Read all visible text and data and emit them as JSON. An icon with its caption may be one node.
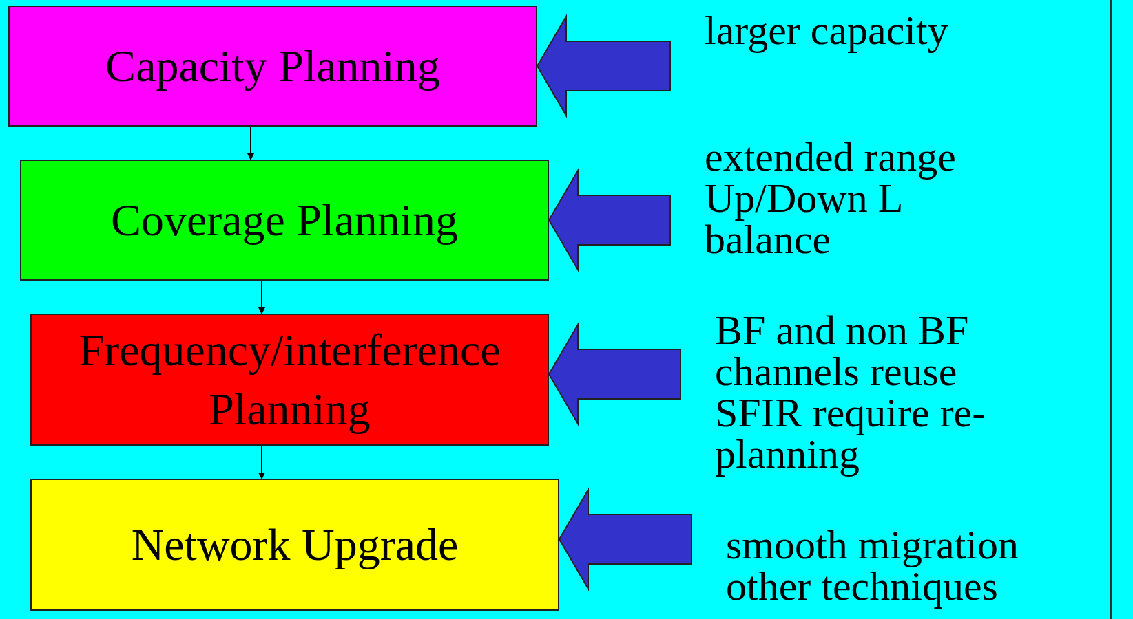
{
  "diagram": {
    "nodes": [
      {
        "text": [
          "Capacity Planning"
        ]
      },
      {
        "text": [
          "Coverage Planning"
        ]
      },
      {
        "text": [
          "Frequency/interference Planning"
        ]
      },
      {
        "text": [
          "Network Upgrade"
        ]
      },
      {
        "text": [
          "larger capacity"
        ]
      },
      {
        "text": [
          "extended range",
          "Up/Down L balance"
        ]
      },
      {
        "text": [
          "BF and non BF channels reuse",
          "SFIR require re-planning"
        ]
      },
      {
        "text": [
          "smooth migration",
          "other techniques"
        ]
      }
    ],
    "edges": [
      {
        "from": 0,
        "to": 1,
        "arrow": "to"
      },
      {
        "from": 1,
        "to": 2,
        "arrow": "to"
      },
      {
        "from": 2,
        "to": 3,
        "arrow": "to"
      },
      {
        "from": 4,
        "to": 0,
        "arrow": "to",
        "style": "thick",
        "color": "#3333cc"
      },
      {
        "from": 5,
        "to": 1,
        "arrow": "to",
        "style": "thick",
        "color": "#3333cc"
      },
      {
        "from": 6,
        "to": 2,
        "arrow": "to",
        "style": "thick",
        "color": "#3333cc"
      },
      {
        "from": 7,
        "to": 3,
        "arrow": "to",
        "style": "thick",
        "color": "#3333cc"
      }
    ]
  }
}
